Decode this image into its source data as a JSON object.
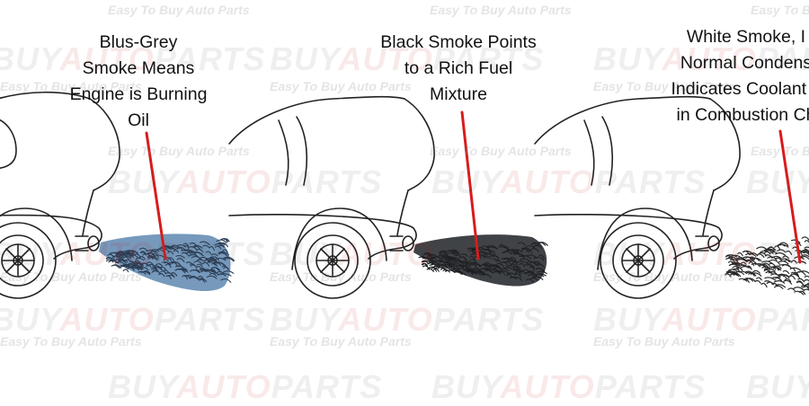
{
  "captions": {
    "blue_grey": [
      "Blus-Grey",
      "Smoke Means",
      "Engine is Burning",
      "Oil"
    ],
    "black": [
      "Black Smoke Points",
      "to a Rich Fuel",
      "Mixture"
    ],
    "white": [
      "White Smoke, I",
      "Normal Condens",
      "Indicates Coolant L",
      "in Combustion Ch"
    ]
  },
  "watermark": {
    "logo_part1": "BUY",
    "logo_part2": "AUTO",
    "logo_part3": "PARTS",
    "tagline": "Easy To Buy Auto Parts"
  },
  "colors": {
    "blue_grey_smoke": "#6f93b8",
    "blue_grey_streak": "#2c3e54",
    "black_smoke": "#3f4246",
    "black_streak": "#1e2022",
    "white_smoke_streak": "#2b2b2b",
    "pointer": "#d81c1c",
    "car_outline": "#222222"
  },
  "car_icon": "car-rear-outline",
  "smoke_icon": "exhaust-smoke"
}
